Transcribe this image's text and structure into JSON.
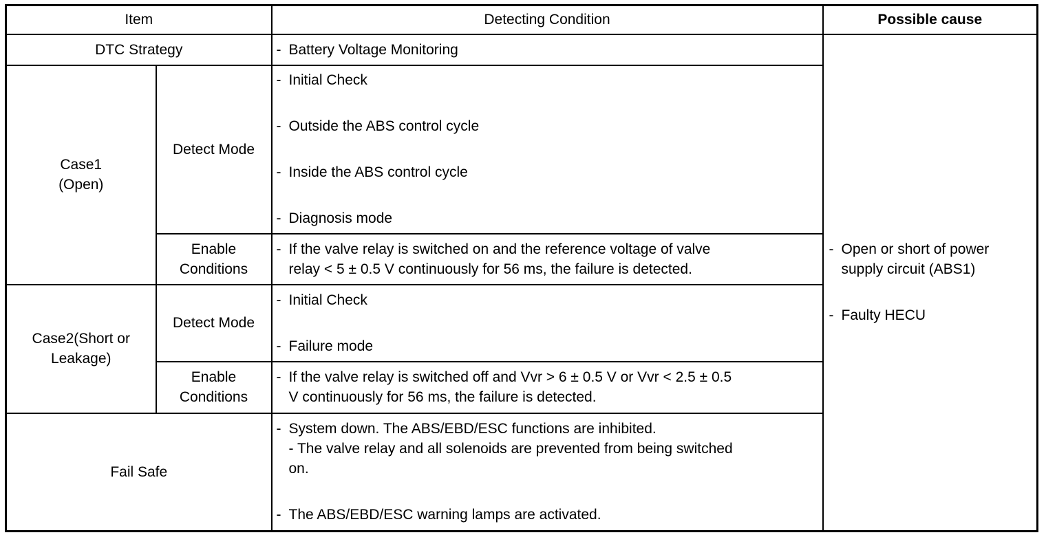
{
  "header": {
    "item": "Item",
    "detecting_condition": "Detecting Condition",
    "possible_cause": "Possible cause"
  },
  "dtc_strategy": {
    "label": "DTC Strategy",
    "condition": "Battery Voltage Monitoring"
  },
  "case1": {
    "label_line1": "Case1",
    "label_line2": "(Open)",
    "detect_mode": {
      "label": "Detect Mode",
      "items": [
        "Initial Check",
        "Outside the ABS control cycle",
        "Inside the ABS control cycle",
        "Diagnosis mode"
      ]
    },
    "enable_conditions": {
      "label_line1": "Enable",
      "label_line2": "Conditions",
      "text_line1": "If the valve relay is switched on and the reference voltage of valve",
      "text_line2": "relay < 5 ± 0.5 V continuously for 56 ms, the failure is detected."
    }
  },
  "case2": {
    "label_line1": "Case2(Short or",
    "label_line2": "Leakage)",
    "detect_mode": {
      "label": "Detect Mode",
      "items": [
        "Initial Check",
        "Failure mode"
      ]
    },
    "enable_conditions": {
      "label_line1": "Enable",
      "label_line2": "Conditions",
      "text_line1": "If the valve relay is switched off and Vvr > 6 ± 0.5 V or Vvr < 2.5 ± 0.5",
      "text_line2": "V continuously for 56 ms, the failure is detected."
    }
  },
  "fail_safe": {
    "label": "Fail Safe",
    "line1": "System down. The ABS/EBD/ESC functions are inhibited.",
    "line2": "- The valve relay and all solenoids are prevented from being switched",
    "line3": "on.",
    "line4": "The ABS/EBD/ESC warning lamps are activated."
  },
  "possible_cause": {
    "cause1_line1": "Open or short of power",
    "cause1_line2": "supply circuit (ABS1)",
    "cause2": "Faulty HECU"
  },
  "bullet": "-"
}
